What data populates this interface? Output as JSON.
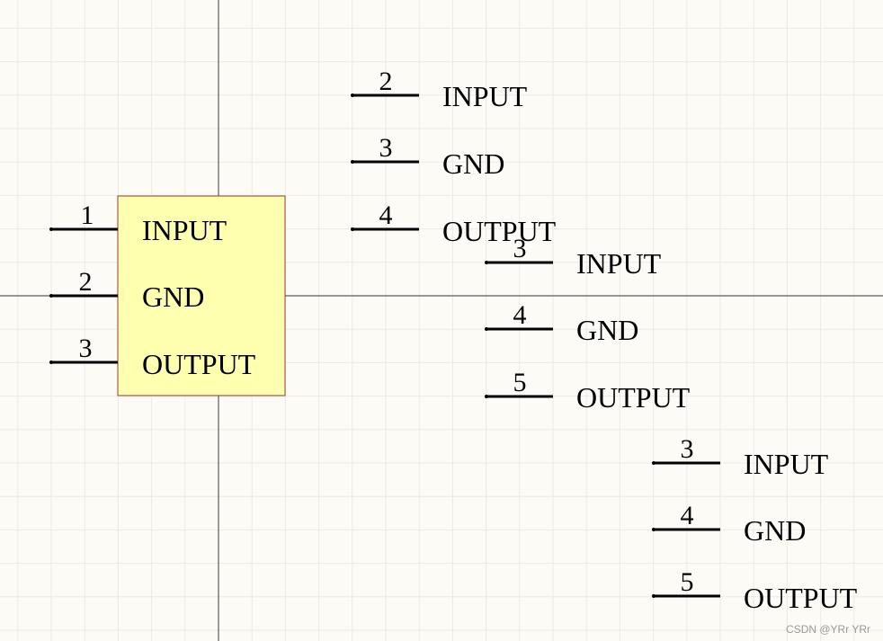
{
  "colors": {
    "background": "#FCFBF6",
    "grid": "#ECEAE2",
    "axis": "#5A5A5A",
    "component_fill": "#FFFFB0",
    "component_border": "#9B3B2E",
    "pin": "#000000"
  },
  "component": {
    "pins": [
      {
        "number": "1",
        "name": "INPUT"
      },
      {
        "number": "2",
        "name": "GND"
      },
      {
        "number": "3",
        "name": "OUTPUT"
      }
    ]
  },
  "pin_groups": [
    {
      "pins": [
        {
          "number": "2",
          "name": "INPUT"
        },
        {
          "number": "3",
          "name": "GND"
        },
        {
          "number": "4",
          "name": "OUTPUT"
        }
      ]
    },
    {
      "pins": [
        {
          "number": "3",
          "name": "INPUT"
        },
        {
          "number": "4",
          "name": "GND"
        },
        {
          "number": "5",
          "name": "OUTPUT"
        }
      ]
    },
    {
      "pins": [
        {
          "number": "3",
          "name": "INPUT"
        },
        {
          "number": "4",
          "name": "GND"
        },
        {
          "number": "5",
          "name": "OUTPUT"
        }
      ]
    }
  ],
  "watermark": "CSDN @YRr YRr"
}
